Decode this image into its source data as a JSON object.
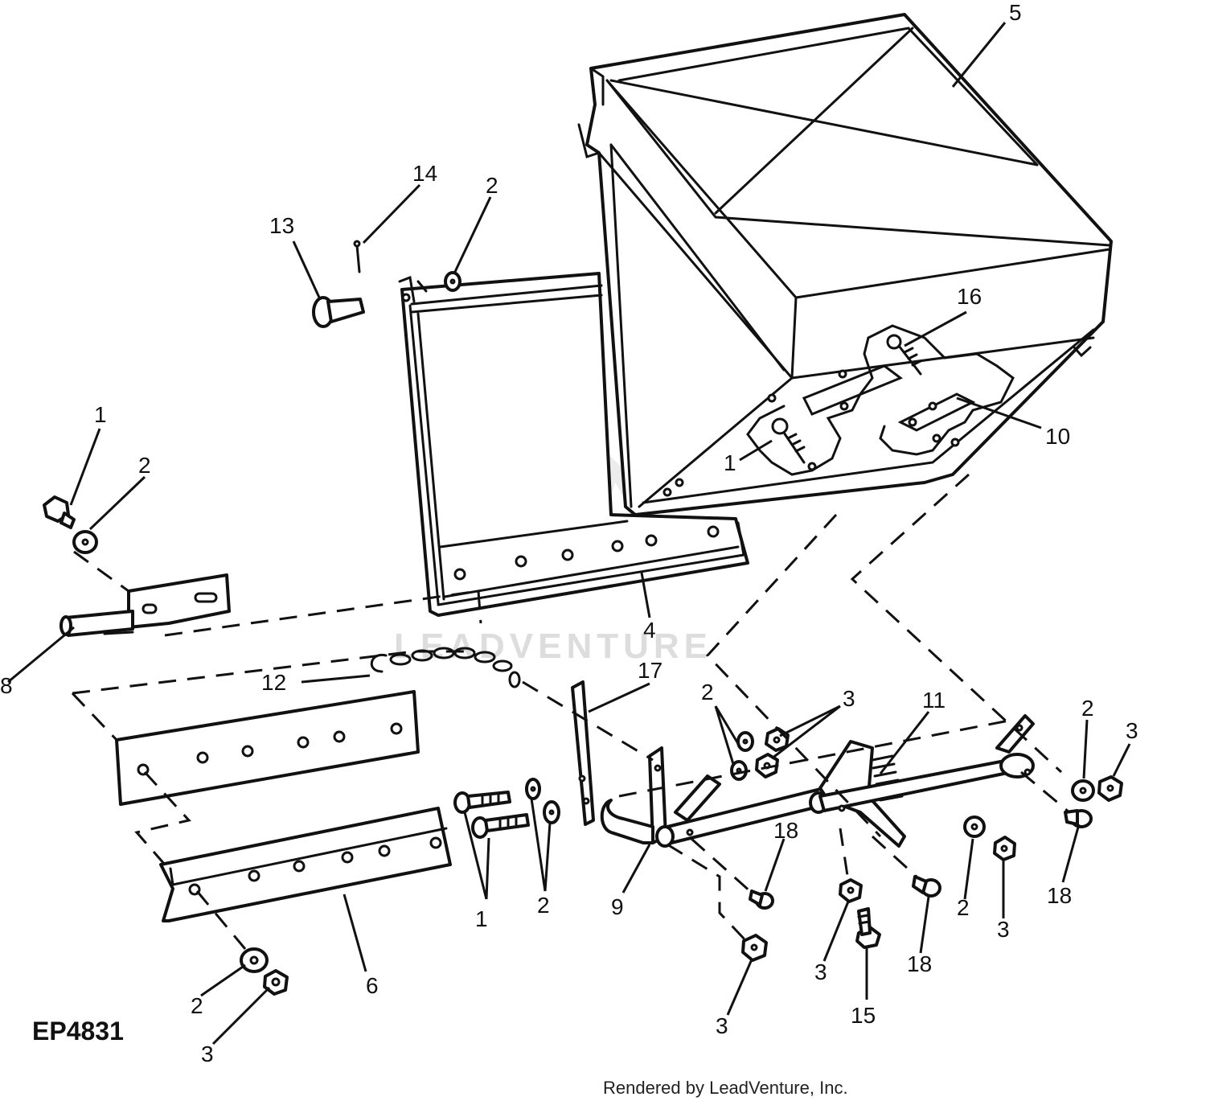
{
  "figure": {
    "id": "EP4831",
    "footer": "Rendered by LeadVenture, Inc.",
    "watermark": "LEADVENTURE"
  },
  "callouts": {
    "c1_top": "1",
    "c1_box": "1",
    "c1_bolts": "1",
    "c2_left": "2",
    "c2_top": "2",
    "c2_washers": "2",
    "c2_mid": "2",
    "c2_right": "2",
    "c2_lower_right": "2",
    "c2_bottom": "2",
    "c3_mid": "3",
    "c3_right": "3",
    "c3_lower_right": "3",
    "c3_lower_mid": "3",
    "c3_bottom_mid": "3",
    "c3_bottom_left": "3",
    "c4": "4",
    "c5": "5",
    "c6": "6",
    "c8": "8",
    "c9": "9",
    "c10": "10",
    "c11": "11",
    "c12": "12",
    "c13": "13",
    "c14": "14",
    "c15": "15",
    "c16": "16",
    "c17": "17",
    "c18_mid": "18",
    "c18_lower": "18",
    "c18_right": "18"
  }
}
